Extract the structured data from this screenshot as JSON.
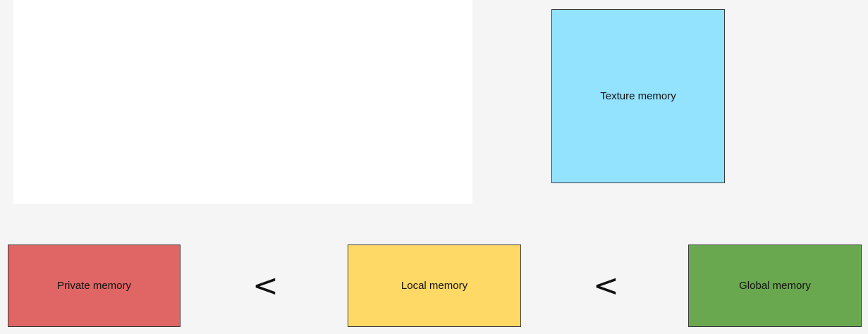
{
  "boxes": {
    "texture": {
      "label": "Texture memory",
      "color": "#93e2fe"
    },
    "private": {
      "label": "Private memory",
      "color": "#e06665"
    },
    "local": {
      "label": "Local memory",
      "color": "#fed966"
    },
    "global": {
      "label": "Global memory",
      "color": "#6aa84f"
    }
  },
  "comparators": [
    "<",
    "<"
  ]
}
